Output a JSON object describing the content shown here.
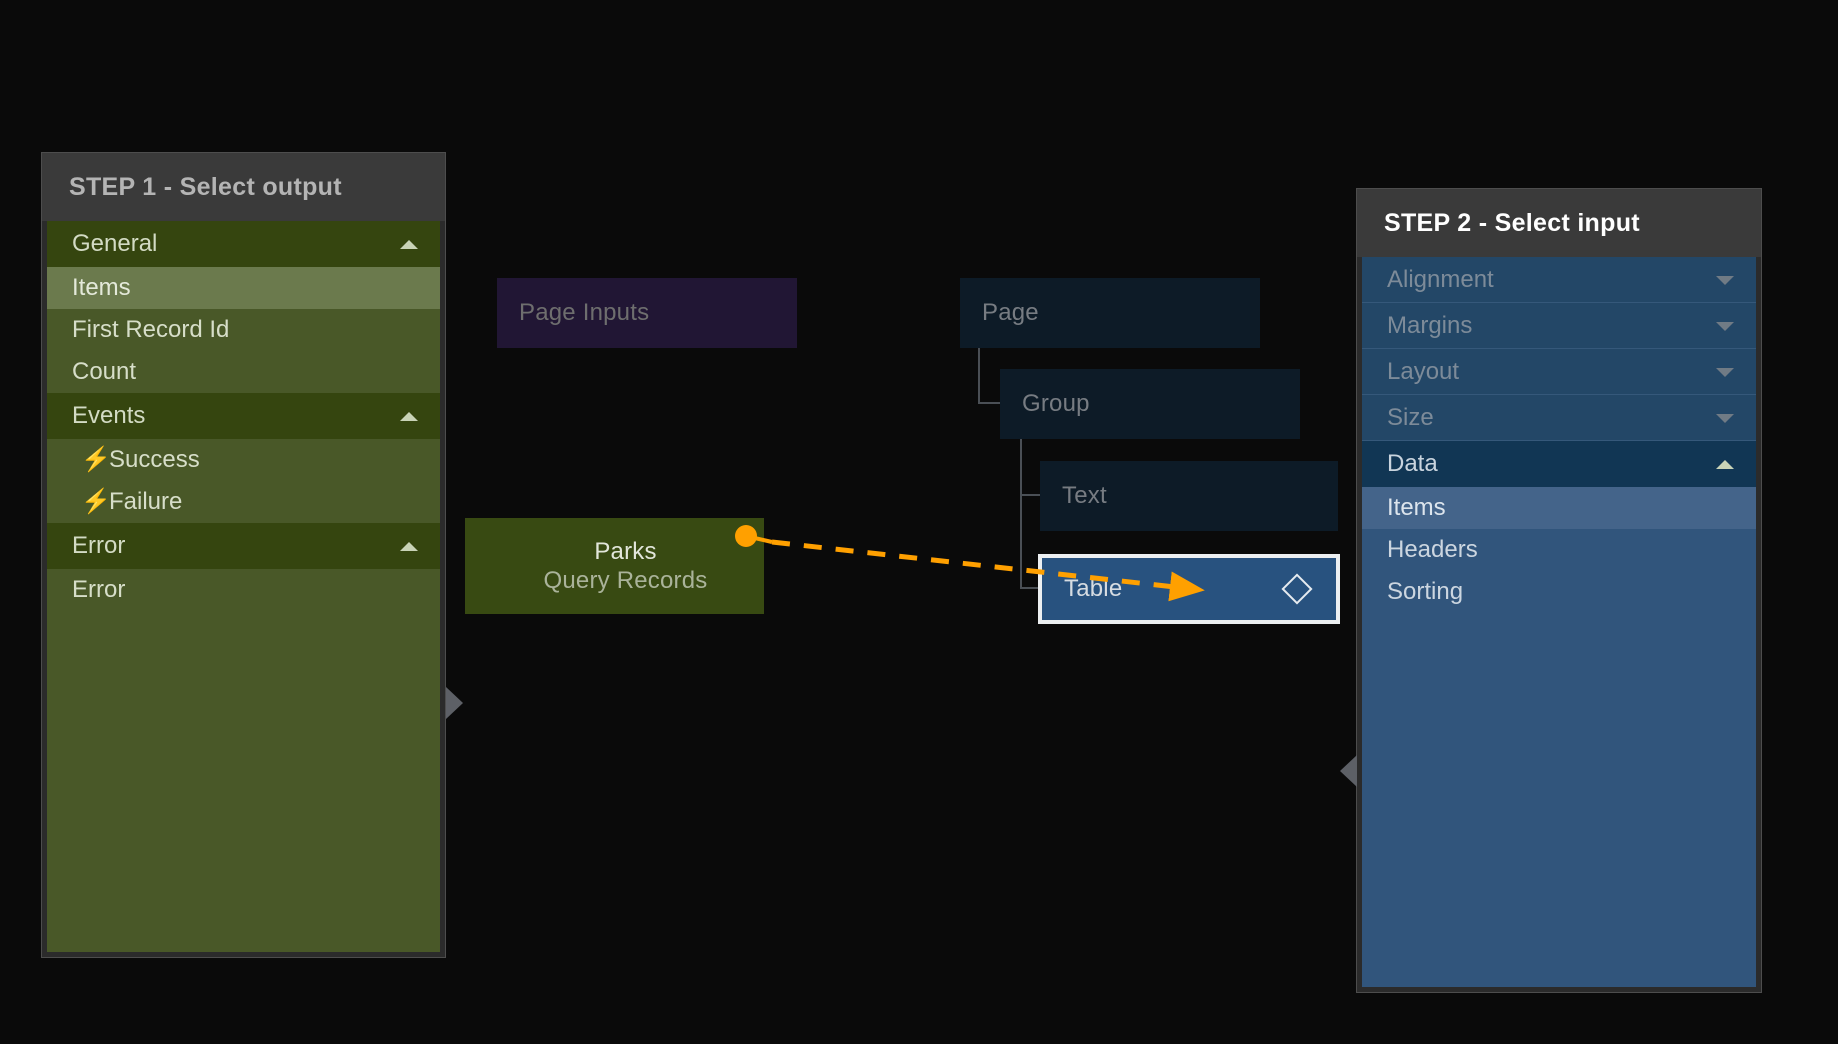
{
  "canvas": {
    "background": "#0a0a0a",
    "nodes": [
      {
        "name": "page-inputs",
        "label": "Page Inputs",
        "color": "#211634"
      },
      {
        "name": "page",
        "label": "Page",
        "color": "#0d1b27"
      },
      {
        "name": "group",
        "label": "Group",
        "color": "#0d1b27"
      },
      {
        "name": "text",
        "label": "Text",
        "color": "#0d1b27"
      },
      {
        "name": "table",
        "label": "Table",
        "color": "#28527f",
        "selected": true,
        "icon": "diamond-icon"
      }
    ],
    "source_node": {
      "title": "Parks",
      "subtitle": "Query Records",
      "color": "#384a12"
    },
    "connection": {
      "color": "#ffa000",
      "style": "dashed",
      "from": "Parks",
      "to": "Table"
    }
  },
  "left_panel": {
    "title": "STEP 1 - Select output",
    "accent": "#495828",
    "sections": [
      {
        "label": "General",
        "expanded": true,
        "chevron": "chevron-up-icon",
        "items": [
          {
            "label": "Items",
            "selected": true
          },
          {
            "label": "First Record Id",
            "selected": false
          },
          {
            "label": "Count",
            "selected": false
          }
        ]
      },
      {
        "label": "Events",
        "expanded": true,
        "chevron": "chevron-up-icon",
        "items": [
          {
            "label": "Success",
            "selected": false,
            "icon": "lightning-bolt-icon"
          },
          {
            "label": "Failure",
            "selected": false,
            "icon": "lightning-bolt-icon"
          }
        ]
      },
      {
        "label": "Error",
        "expanded": true,
        "chevron": "chevron-up-icon",
        "items": [
          {
            "label": "Error",
            "selected": false
          }
        ]
      }
    ]
  },
  "right_panel": {
    "title": "STEP 2 - Select input",
    "accent": "#31557c",
    "sections": [
      {
        "label": "Alignment",
        "expanded": false,
        "chevron": "chevron-down-icon",
        "items": []
      },
      {
        "label": "Margins",
        "expanded": false,
        "chevron": "chevron-down-icon",
        "items": []
      },
      {
        "label": "Layout",
        "expanded": false,
        "chevron": "chevron-down-icon",
        "items": []
      },
      {
        "label": "Size",
        "expanded": false,
        "chevron": "chevron-down-icon",
        "items": []
      },
      {
        "label": "Data",
        "expanded": true,
        "chevron": "chevron-up-icon",
        "items": [
          {
            "label": "Items",
            "selected": true
          },
          {
            "label": "Headers",
            "selected": false
          },
          {
            "label": "Sorting",
            "selected": false
          }
        ]
      }
    ]
  }
}
